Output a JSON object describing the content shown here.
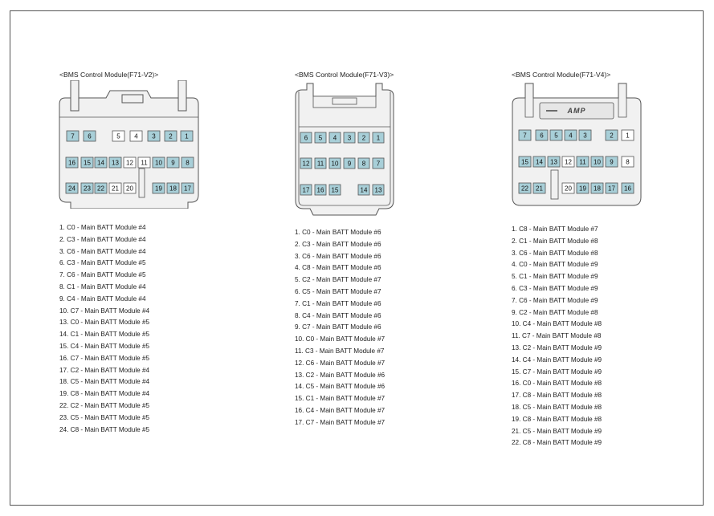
{
  "connectors": [
    {
      "title": "<BMS Control Module(F71-V2)>",
      "pins": [
        {
          "n": "7",
          "s": true
        },
        {
          "n": "6",
          "s": true
        },
        {
          "n": "5",
          "s": false
        },
        {
          "n": "4",
          "s": false
        },
        {
          "n": "3",
          "s": true
        },
        {
          "n": "2",
          "s": true
        },
        {
          "n": "1",
          "s": true
        },
        {
          "n": "16",
          "s": true
        },
        {
          "n": "15",
          "s": true
        },
        {
          "n": "14",
          "s": true
        },
        {
          "n": "13",
          "s": true
        },
        {
          "n": "12",
          "s": false
        },
        {
          "n": "11",
          "s": false
        },
        {
          "n": "10",
          "s": true
        },
        {
          "n": "9",
          "s": true
        },
        {
          "n": "8",
          "s": true
        },
        {
          "n": "24",
          "s": true
        },
        {
          "n": "23",
          "s": true
        },
        {
          "n": "22",
          "s": true
        },
        {
          "n": "21",
          "s": false
        },
        {
          "n": "20",
          "s": false
        },
        {
          "n": "19",
          "s": true
        },
        {
          "n": "18",
          "s": true
        },
        {
          "n": "17",
          "s": true
        }
      ],
      "items": [
        "1. C0 - Main BATT Module #4",
        "2. C3 - Main BATT Module #4",
        "3. C6 - Main BATT Module #4",
        "6. C3 - Main BATT Module #5",
        "7. C6 - Main BATT Module #5",
        "8. C1 - Main BATT Module #4",
        "9. C4 - Main BATT Module #4",
        "10. C7 - Main BATT Module #4",
        "13. C0 - Main BATT Module #5",
        "14. C1 - Main BATT Module #5",
        "15. C4 - Main BATT Module #5",
        "16. C7 - Main BATT Module #5",
        "17. C2 - Main BATT Module #4",
        "18. C5 - Main BATT Module #4",
        "19. C8 - Main BATT Module #4",
        "22. C2 - Main BATT Module #5",
        "23. C5 - Main BATT Module #5",
        "24. C8 - Main BATT Module #5"
      ]
    },
    {
      "title": "<BMS Control Module(F71-V3)>",
      "pins": [
        {
          "n": "6",
          "s": true
        },
        {
          "n": "5",
          "s": true
        },
        {
          "n": "4",
          "s": true
        },
        {
          "n": "3",
          "s": true
        },
        {
          "n": "2",
          "s": true
        },
        {
          "n": "1",
          "s": true
        },
        {
          "n": "12",
          "s": true
        },
        {
          "n": "11",
          "s": true
        },
        {
          "n": "10",
          "s": true
        },
        {
          "n": "9",
          "s": true
        },
        {
          "n": "8",
          "s": true
        },
        {
          "n": "7",
          "s": true
        },
        {
          "n": "17",
          "s": true
        },
        {
          "n": "16",
          "s": true
        },
        {
          "n": "15",
          "s": true
        },
        {
          "n": "14",
          "s": true
        },
        {
          "n": "13",
          "s": true
        }
      ],
      "items": [
        "1. C0 - Main BATT Module #6",
        "2. C3 - Main BATT Module #6",
        "3. C6 - Main BATT Module #6",
        "4. C8 - Main BATT Module #6",
        "5. C2 - Main BATT Module #7",
        "6. C5 - Main BATT Module #7",
        "7. C1 - Main BATT Module #6",
        "8. C4 - Main BATT Module #6",
        "9. C7 - Main BATT Module #6",
        "10. C0 - Main BATT Module #7",
        "11. C3 - Main BATT Module #7",
        "12. C6 - Main BATT Module #7",
        "13. C2 - Main BATT Module #6",
        "14. C5 - Main BATT Module #6",
        "15. C1 - Main BATT Module #7",
        "16. C4 - Main BATT Module #7",
        "17. C7 - Main BATT Module #7"
      ]
    },
    {
      "title": "<BMS Control Module(F71-V4)>",
      "amp_label": "AMP",
      "pins": [
        {
          "n": "7",
          "s": true
        },
        {
          "n": "6",
          "s": true
        },
        {
          "n": "5",
          "s": true
        },
        {
          "n": "4",
          "s": true
        },
        {
          "n": "3",
          "s": true
        },
        {
          "n": "2",
          "s": true
        },
        {
          "n": "1",
          "s": false
        },
        {
          "n": "15",
          "s": true
        },
        {
          "n": "14",
          "s": true
        },
        {
          "n": "13",
          "s": true
        },
        {
          "n": "12",
          "s": false
        },
        {
          "n": "11",
          "s": true
        },
        {
          "n": "10",
          "s": true
        },
        {
          "n": "9",
          "s": true
        },
        {
          "n": "8",
          "s": false
        },
        {
          "n": "22",
          "s": true
        },
        {
          "n": "21",
          "s": true
        },
        {
          "n": "20",
          "s": false
        },
        {
          "n": "19",
          "s": true
        },
        {
          "n": "18",
          "s": true
        },
        {
          "n": "17",
          "s": true
        },
        {
          "n": "16",
          "s": true
        }
      ],
      "items": [
        "1. C8 - Main BATT Module #7",
        "2. C1 - Main BATT Module #8",
        "3. C6 - Main BATT Module #8",
        "4. C0 - Main BATT Module #9",
        "5. C1 - Main BATT Module #9",
        "6. C3 - Main BATT Module #9",
        "7. C6 - Main BATT Module #9",
        "9. C2 - Main BATT Module #8",
        "10. C4 - Main BATT Module #8",
        "11. C7 - Main BATT Module #8",
        "13. C2 - Main BATT Module #9",
        "14. C4 - Main BATT Module #9",
        "15. C7 - Main BATT Module #9",
        "16. C0 - Main BATT Module #8",
        "17. C8 - Main BATT Module #8",
        "18. C5 - Main BATT Module #8",
        "19. C8 - Main BATT Module #8",
        "21. C5 - Main BATT Module #9",
        "22. C8 - Main BATT Module #9"
      ]
    }
  ],
  "colors": {
    "pin_fill": "#a8cfd8",
    "pin_empty": "#ffffff",
    "body_fill": "#f1f1f1",
    "outline": "#555555"
  }
}
